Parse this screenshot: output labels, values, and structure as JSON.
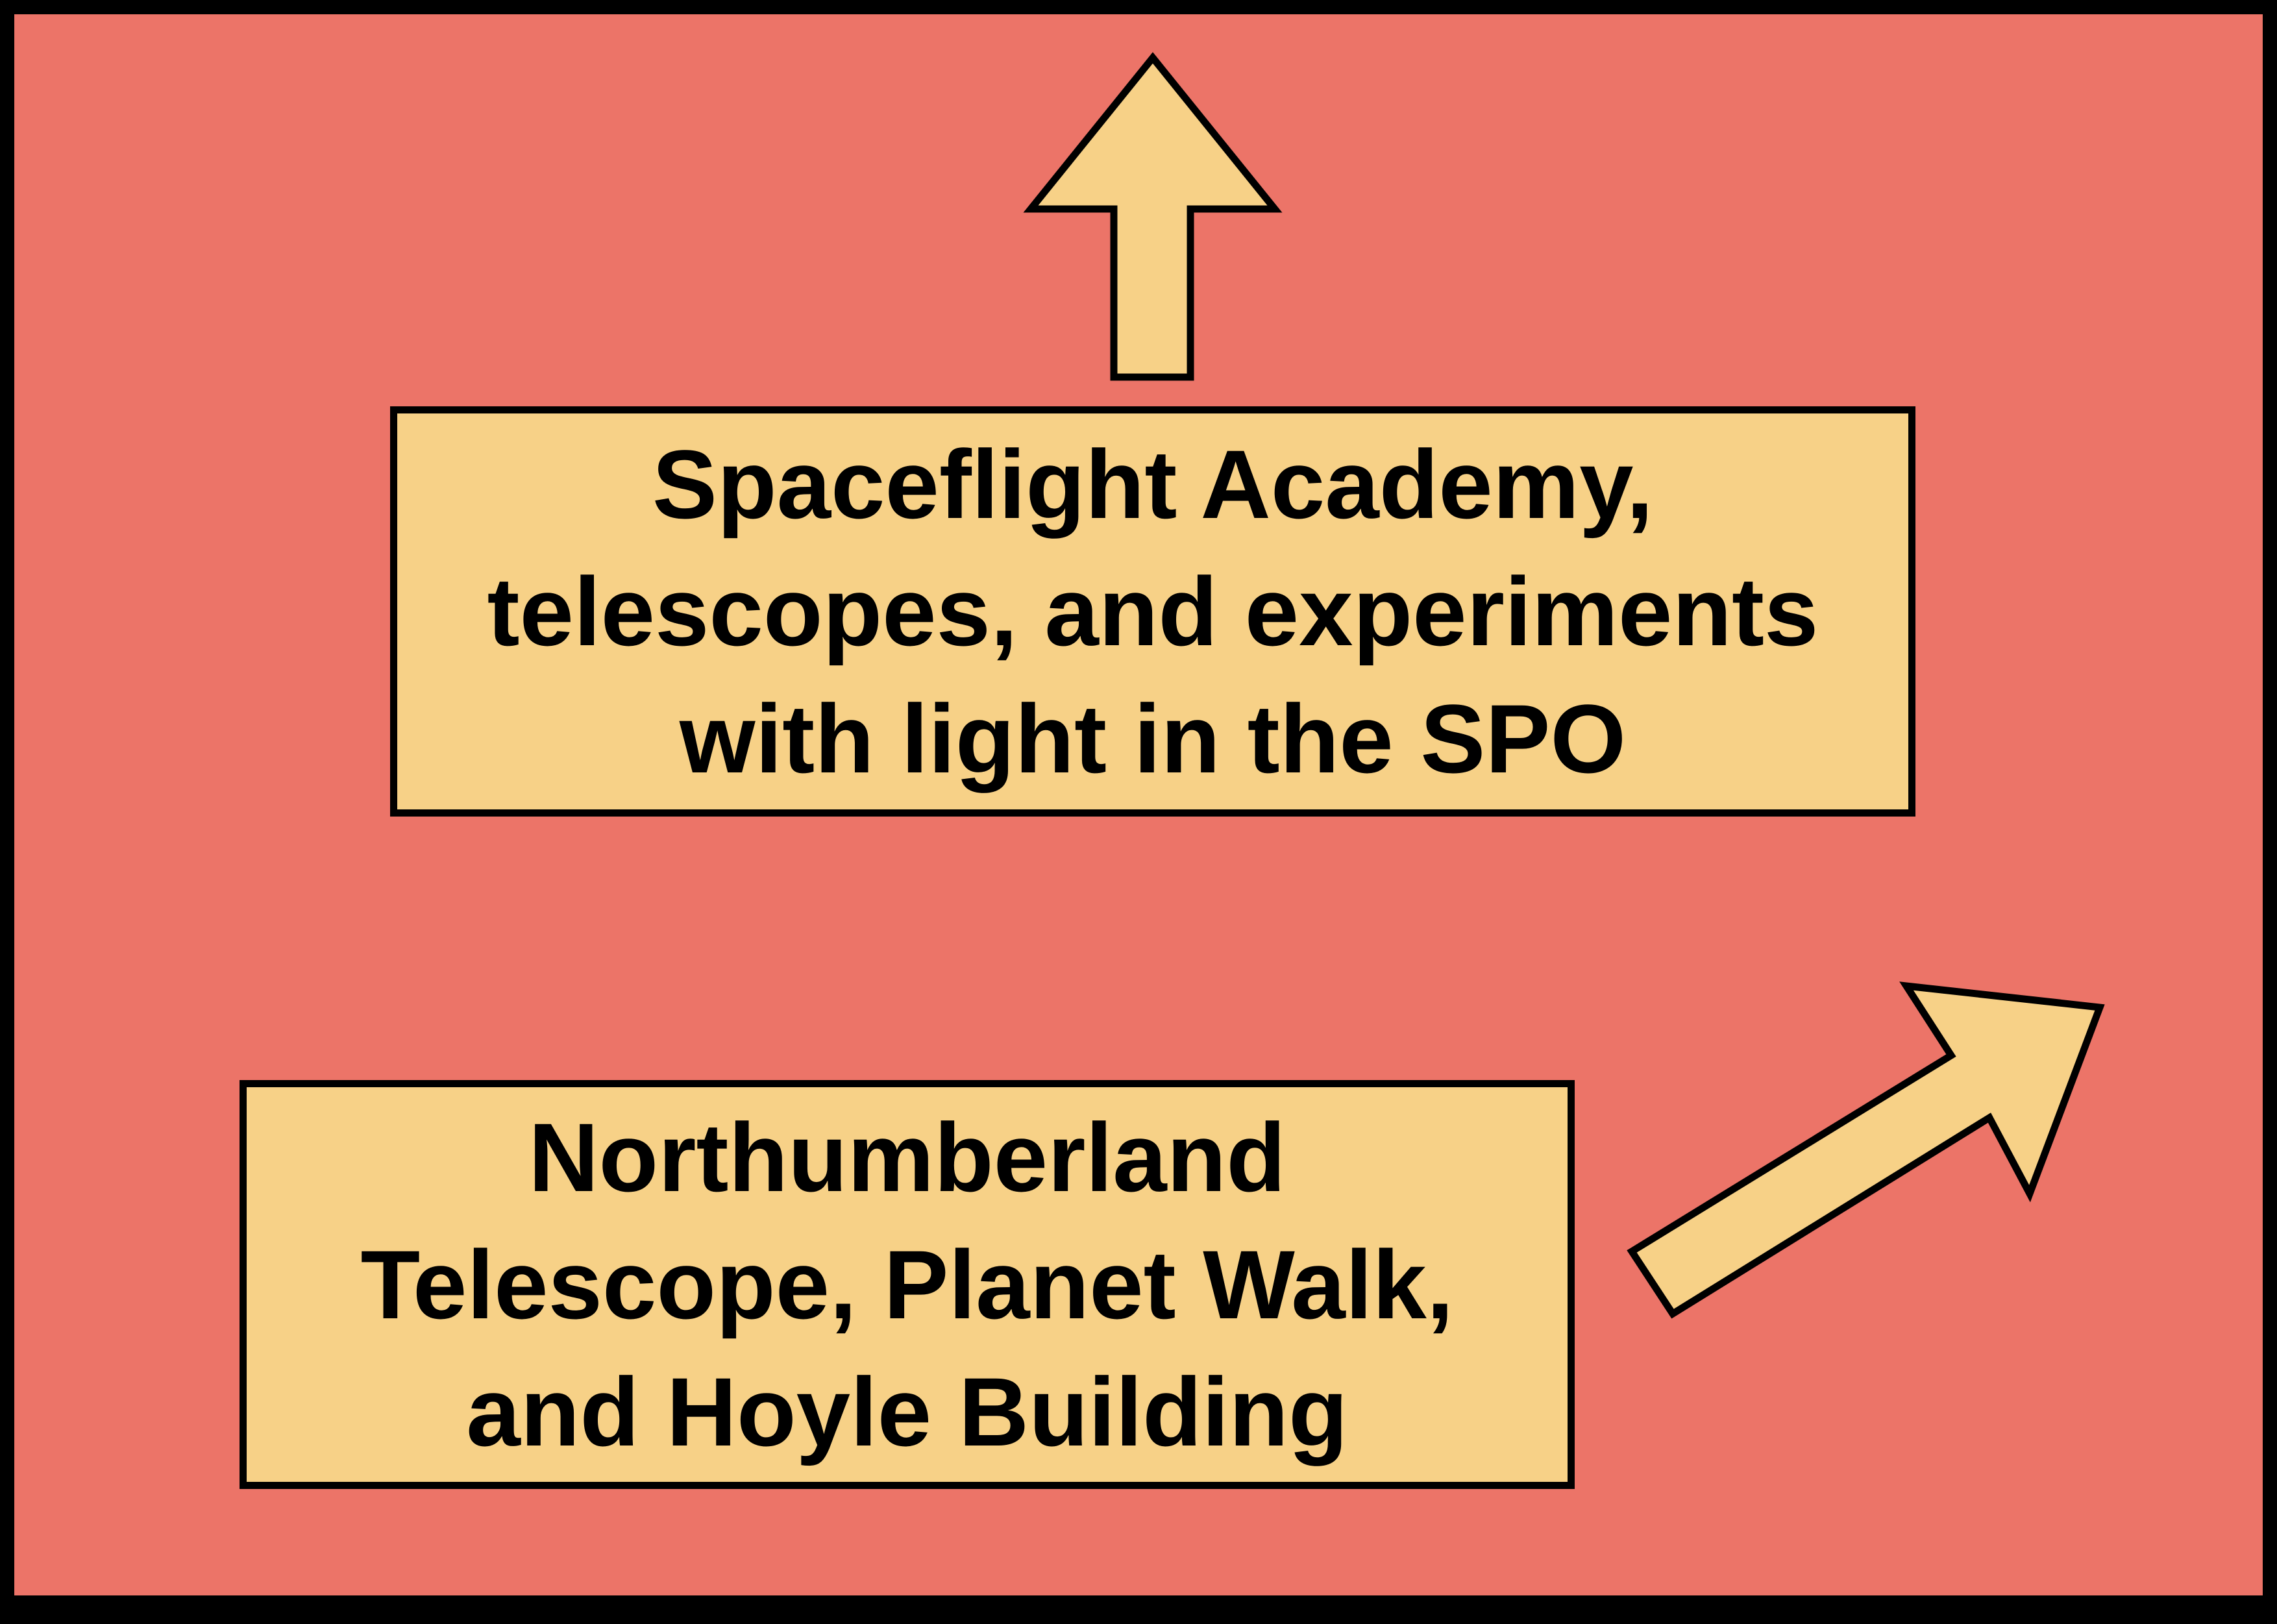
{
  "colors": {
    "background": "#EC7468",
    "box_fill": "#F7D187",
    "outline": "#000000"
  },
  "top_sign": {
    "direction": "up",
    "lines": [
      "Spaceflight Academy,",
      "telescopes, and experiments",
      "with light in the SPO"
    ]
  },
  "bottom_sign": {
    "direction": "up-right",
    "lines": [
      "Northumberland",
      "Telescope, Planet Walk,",
      "and Hoyle Building"
    ]
  }
}
